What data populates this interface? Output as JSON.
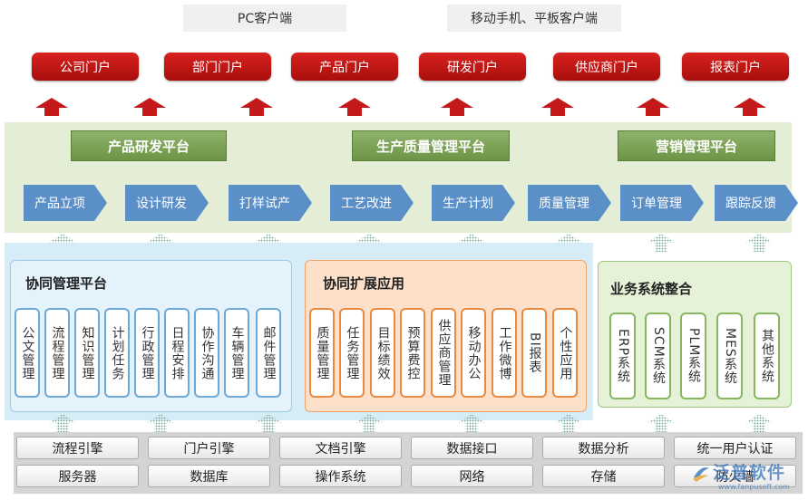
{
  "clients": {
    "pc": "PC客户端",
    "mobile": "移动手机、平板客户端"
  },
  "portals": [
    "公司门户",
    "部门门户",
    "产品门户",
    "研发门户",
    "供应商门户",
    "报表门户"
  ],
  "platforms": {
    "product": "产品研发平台",
    "quality": "生产质量管理平台",
    "marketing": "营销管理平台"
  },
  "process_steps": [
    "产品立项",
    "设计研发",
    "打样试产",
    "工艺改进",
    "生产计划",
    "质量管理",
    "订单管理",
    "跟踪反馈"
  ],
  "collab_platform": {
    "title": "协同管理平台",
    "items": [
      "公文管理",
      "流程管理",
      "知识管理",
      "计划任务",
      "行政管理",
      "日程安排",
      "协作沟通",
      "车辆管理",
      "邮件管理"
    ]
  },
  "collab_ext": {
    "title": "协同扩展应用",
    "items": [
      "质量管理",
      "任务管理",
      "目标绩效",
      "预算费控",
      "供应商管理",
      "移动办公",
      "工作微博",
      "BI报表",
      "个性应用"
    ]
  },
  "biz_integration": {
    "title": "业务系统整合",
    "items": [
      "ERP系统",
      "SCM系统",
      "PLM系统",
      "MES系统",
      "其他系统"
    ]
  },
  "infrastructure": {
    "row1": [
      "流程引擎",
      "门户引擎",
      "文档引擎",
      "数据接口",
      "数据分析",
      "统一用户认证"
    ],
    "row2": [
      "服务器",
      "数据库",
      "操作系统",
      "网络",
      "存储",
      "防火墙"
    ]
  },
  "watermark": {
    "brand": "泛普软件",
    "url": "www.fanpusoft.com"
  },
  "colors": {
    "portal_red": "#c4191a",
    "platform_green": "#7ea358",
    "step_blue": "#5b8fc8",
    "collab_blue": "#6ea9d6",
    "ext_orange": "#e98a42",
    "biz_green": "#86b75e"
  }
}
